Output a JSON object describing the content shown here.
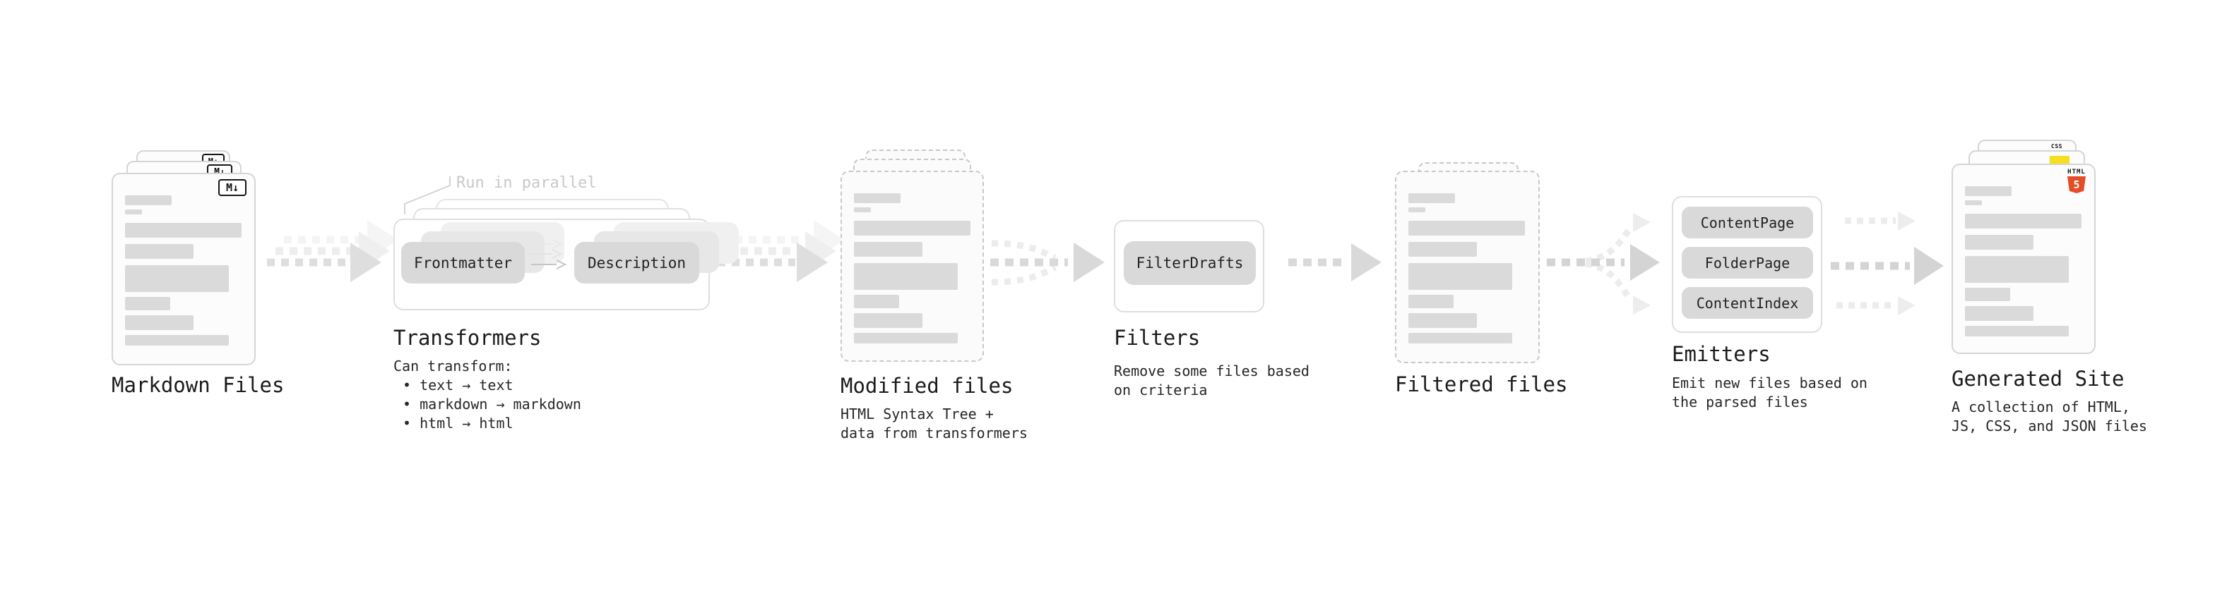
{
  "stages": [
    {
      "label": "Markdown Files"
    },
    {
      "label": "Transformers",
      "annotation": "Run in parallel",
      "pills": [
        "Frontmatter",
        "Description"
      ],
      "desc": [
        "Can transform:",
        "• text → text",
        "• markdown → markdown",
        "• html → html"
      ]
    },
    {
      "label": "Modified files",
      "desc": [
        "HTML Syntax Tree +",
        "data from transformers"
      ]
    },
    {
      "label": "Filters",
      "pills": [
        "FilterDrafts"
      ],
      "desc": [
        "Remove some files based",
        "on criteria"
      ]
    },
    {
      "label": "Filtered files"
    },
    {
      "label": "Emitters",
      "pills": [
        "ContentPage",
        "FolderPage",
        "ContentIndex"
      ],
      "desc": [
        "Emit new files based on",
        "the parsed files"
      ]
    },
    {
      "label": "Generated Site",
      "desc": [
        "A collection of HTML,",
        "JS, CSS, and JSON files"
      ]
    }
  ],
  "icons": {
    "markdown": "M↓",
    "html5_label": "HTML",
    "html5_number": "5",
    "css_label": "CSS"
  },
  "colors": {
    "html5_orange": "#e44d26",
    "js_yellow": "#f7df1e",
    "css_blue": "#2965f1"
  }
}
